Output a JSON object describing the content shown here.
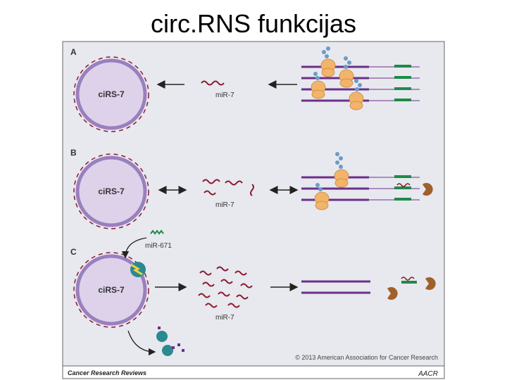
{
  "slide": {
    "title": "circ.RNS funkcijas"
  },
  "figure": {
    "panels": [
      {
        "letter": "A",
        "circle_label": "ciRS-7",
        "mirna_label": "miR-7"
      },
      {
        "letter": "B",
        "circle_label": "ciRS-7",
        "mirna_label": "miR-7"
      },
      {
        "letter": "C",
        "circle_label": "ciRS-7",
        "mirna_label": "miR-7",
        "extra_label": "miR-671"
      }
    ],
    "copyright": "© 2013 American Association for Cancer Research",
    "journal": "Cancer Research Reviews",
    "publisher_logo": "AACR"
  },
  "colors": {
    "panel_bg": "#e8e8ef",
    "circle_fill": "#ddd2ea",
    "circle_ring": "#9a7fbf",
    "mirna": "#8b1a2b",
    "mrna": "#6b2f8a",
    "ribosome": "#f2b36b",
    "peptide": "#6b9cc4",
    "green_bar": "#1e8a4a",
    "ago": "#a0602a",
    "text": "#333333"
  }
}
